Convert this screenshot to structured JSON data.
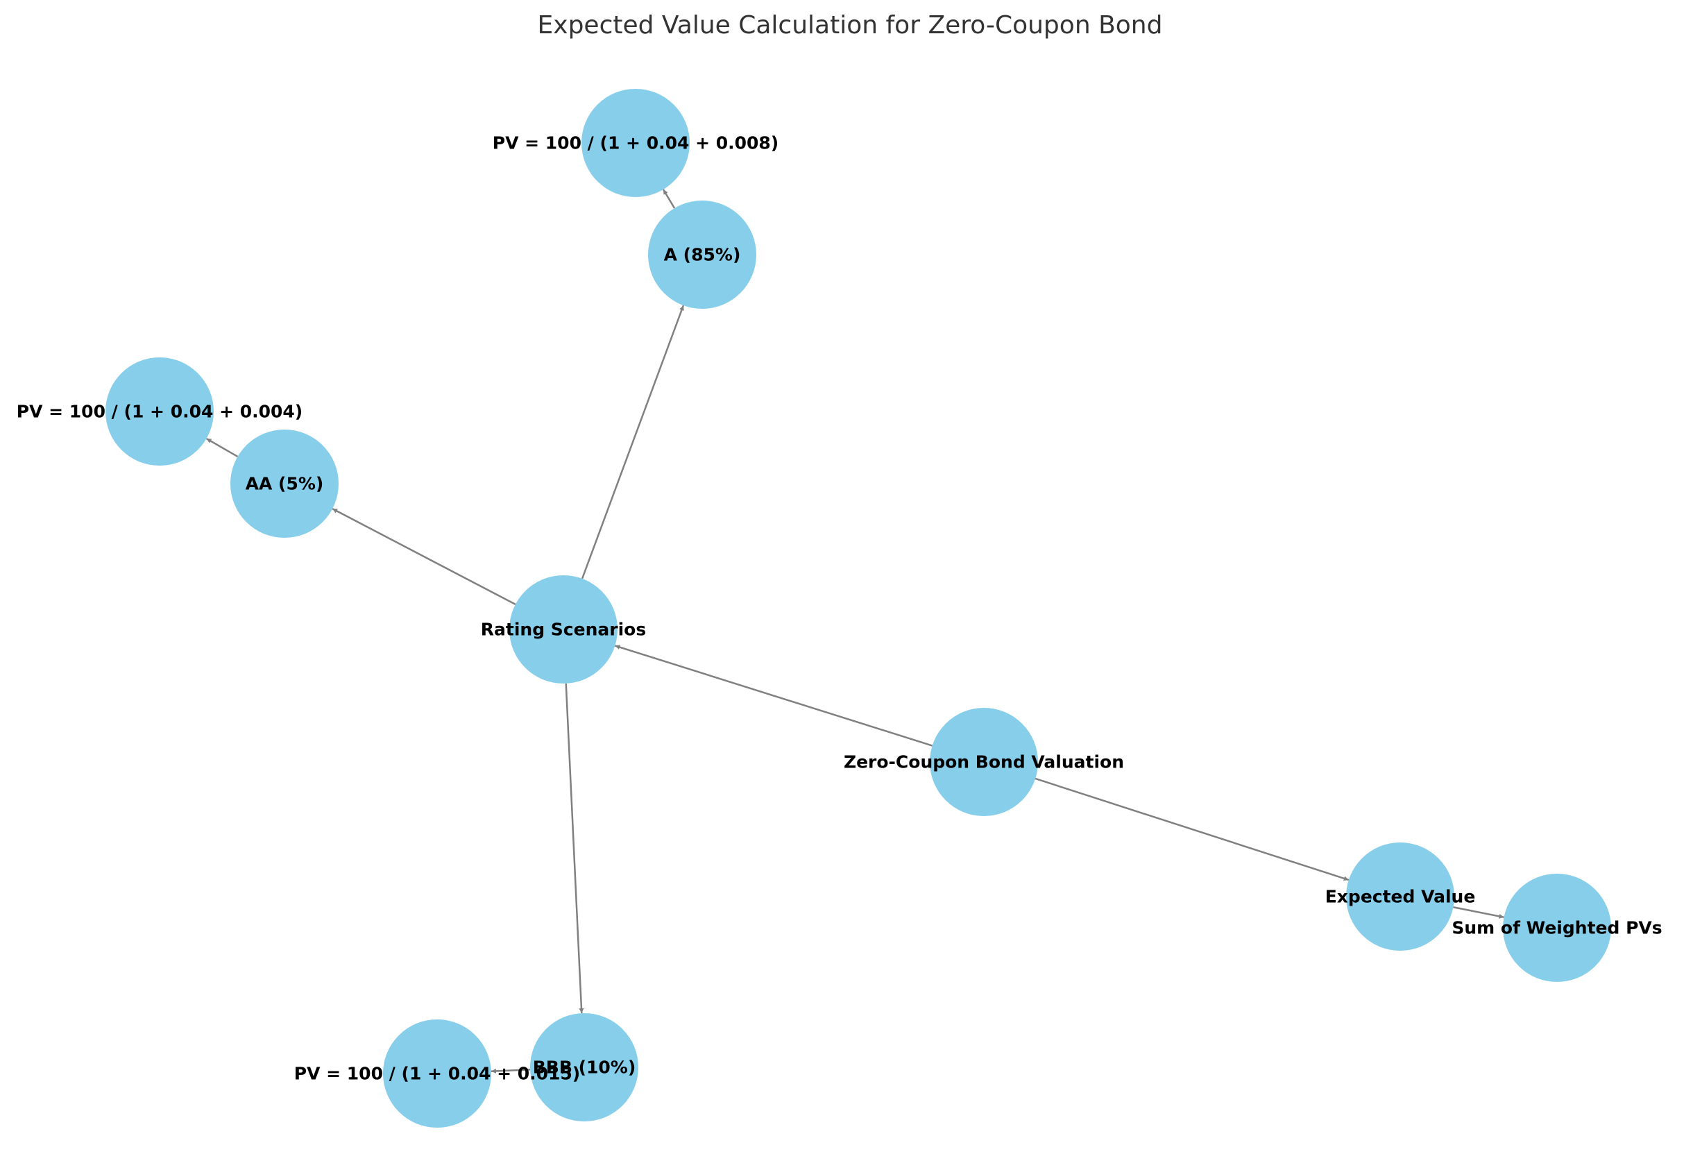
{
  "title": "Expected Value Calculation for Zero-Coupon Bond",
  "colors": {
    "node_fill": "#87CEEB",
    "edge": "#808080",
    "label": "#000000",
    "title": "#333333"
  },
  "nodes": [
    {
      "id": "zcb",
      "label": "Zero-Coupon Bond Valuation"
    },
    {
      "id": "rating",
      "label": "Rating Scenarios"
    },
    {
      "id": "aa",
      "label": "AA (5%)"
    },
    {
      "id": "a",
      "label": "A (85%)"
    },
    {
      "id": "bbb",
      "label": "BBB (10%)"
    },
    {
      "id": "pv_aa",
      "label": "PV = 100 / (1 + 0.04 + 0.004)"
    },
    {
      "id": "pv_a",
      "label": "PV = 100 / (1 + 0.04 + 0.008)"
    },
    {
      "id": "pv_bbb",
      "label": "PV = 100 / (1 + 0.04 + 0.015)"
    },
    {
      "id": "ev",
      "label": "Expected Value"
    },
    {
      "id": "sum",
      "label": "Sum of Weighted PVs"
    }
  ],
  "edges": [
    {
      "from": "zcb",
      "to": "rating"
    },
    {
      "from": "zcb",
      "to": "ev"
    },
    {
      "from": "rating",
      "to": "aa"
    },
    {
      "from": "rating",
      "to": "a"
    },
    {
      "from": "rating",
      "to": "bbb"
    },
    {
      "from": "aa",
      "to": "pv_aa"
    },
    {
      "from": "a",
      "to": "pv_a"
    },
    {
      "from": "bbb",
      "to": "pv_bbb"
    },
    {
      "from": "ev",
      "to": "sum"
    }
  ]
}
